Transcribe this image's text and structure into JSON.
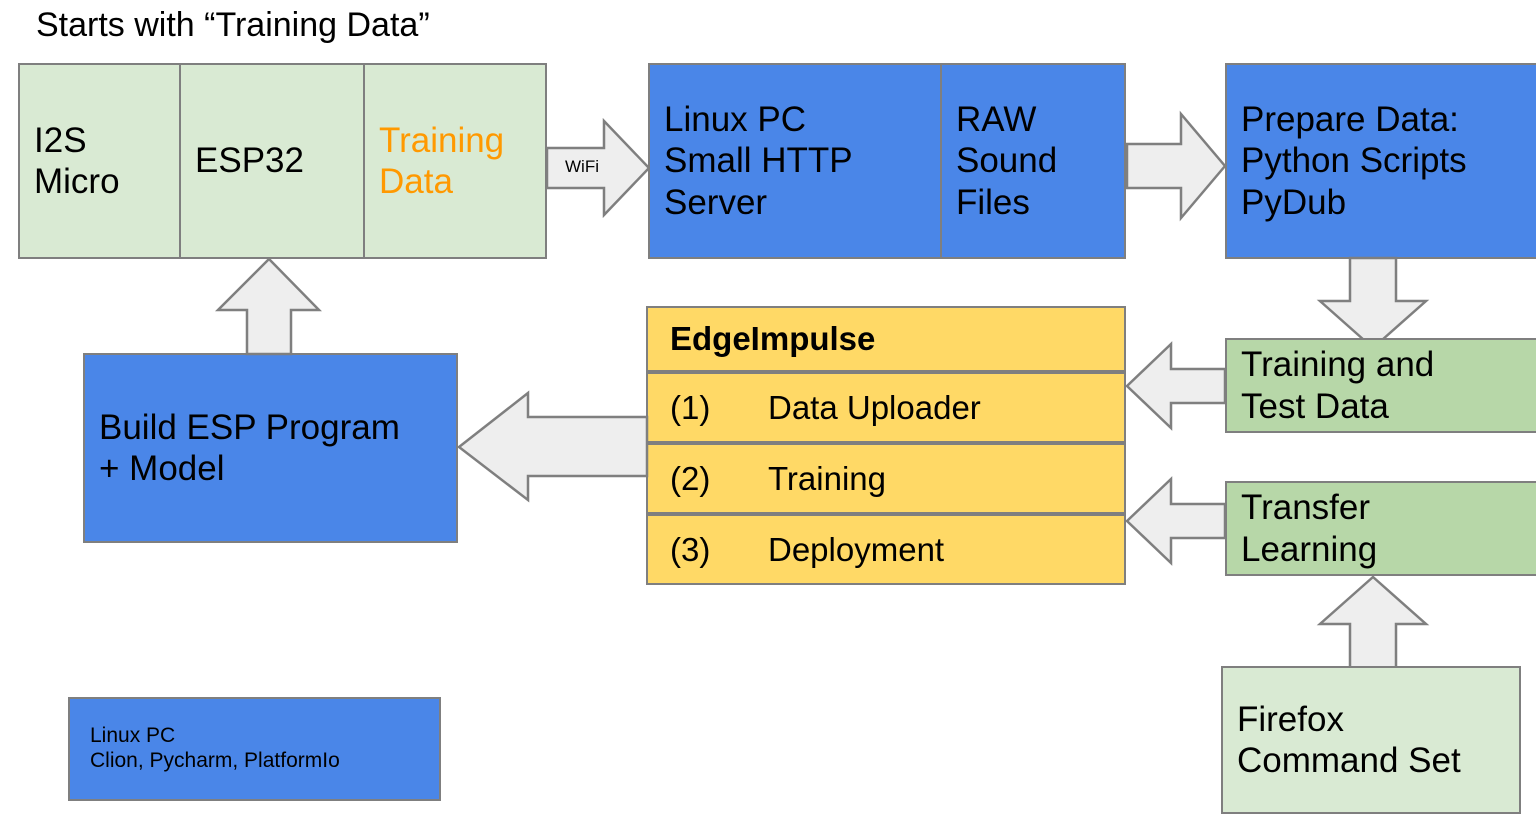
{
  "title": "Starts with “Training Data”",
  "colors": {
    "green_light": "#d9ead3",
    "green_mid": "#b7d7a8",
    "blue": "#4a86e8",
    "yellow": "#ffd966",
    "arrow_fill": "#eeeeee",
    "stroke": "#7f7f7f",
    "accent_orange": "#ff9900"
  },
  "nodes": {
    "i2s_micro": {
      "line1": "I2S",
      "line2": "Micro"
    },
    "esp32": {
      "line1": "ESP32"
    },
    "training_data": {
      "line1": "Training",
      "line2": "Data"
    },
    "linux_http": {
      "line1": "Linux PC",
      "line2": "Small HTTP",
      "line3": "Server"
    },
    "raw_sound": {
      "line1": "RAW",
      "line2": "Sound",
      "line3": "Files"
    },
    "prepare_data": {
      "line1": "Prepare Data:",
      "line2": "Python Scripts",
      "line3": "PyDub"
    },
    "training_test_data": {
      "line1": "Training and",
      "line2": "Test Data"
    },
    "transfer_learning": {
      "line1": "Transfer",
      "line2": "Learning"
    },
    "firefox_commands": {
      "line1": "Firefox",
      "line2": "Command Set"
    },
    "build_esp": {
      "line1": "Build ESP Program",
      "line2": "+ Model"
    },
    "dev_machine": {
      "line1": "Linux PC",
      "line2": "Clion, Pycharm, PlatformIo"
    }
  },
  "edge_impulse": {
    "header": "EdgeImpulse",
    "steps": [
      {
        "num": "(1)",
        "label": "Data Uploader"
      },
      {
        "num": "(2)",
        "label": "Training"
      },
      {
        "num": "(3)",
        "label": "Deployment"
      }
    ]
  },
  "arrows": {
    "wifi": {
      "label": "WiFi",
      "direction": "right"
    },
    "raw_to_prepare": {
      "label": "",
      "direction": "right"
    },
    "prepare_to_training": {
      "label": "",
      "direction": "down"
    },
    "training_to_ei": {
      "label": "",
      "direction": "left"
    },
    "transfer_to_ei": {
      "label": "",
      "direction": "left"
    },
    "firefox_to_transfer": {
      "label": "",
      "direction": "up"
    },
    "ei_to_build": {
      "label": "",
      "direction": "left"
    },
    "build_to_esp32": {
      "label": "",
      "direction": "up"
    }
  }
}
